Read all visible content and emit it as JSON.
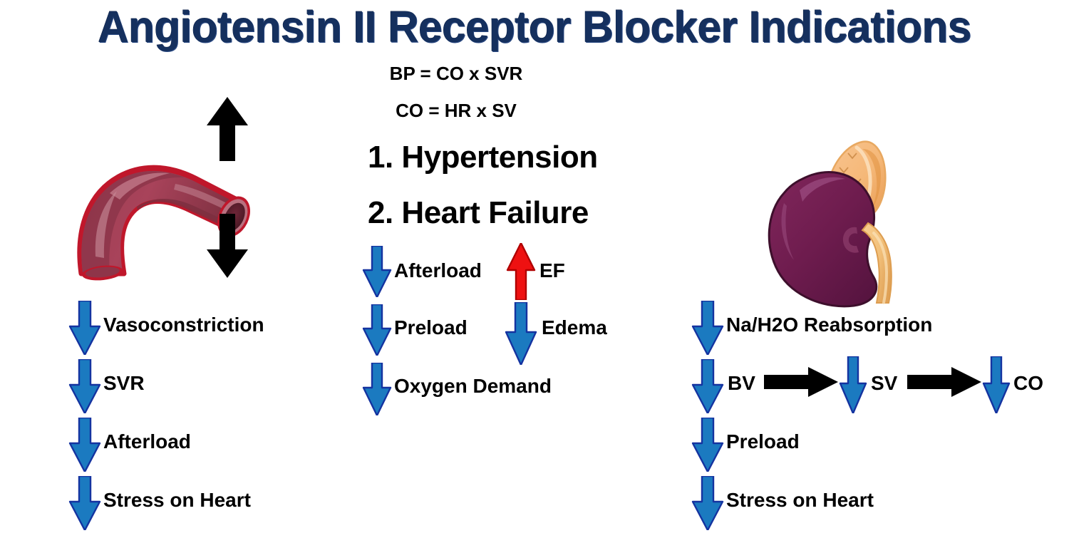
{
  "page": {
    "title": "Angiotensin II Receptor Blocker Indications",
    "title_color": "#15305e",
    "background": "#ffffff"
  },
  "colors": {
    "title_navy": "#15305e",
    "arrow_blue_fill": "#1b7ac0",
    "arrow_blue_stroke": "#1433a0",
    "arrow_red_fill": "#ee1111",
    "arrow_red_stroke": "#b00000",
    "arrow_black": "#000000",
    "vessel_red": "#a8435a",
    "vessel_dark": "#7d2f40",
    "vessel_outline": "#c0172b",
    "kidney_purple": "#6e1c4e",
    "kidney_dark": "#4e1236",
    "adrenal_orange": "#f5b878",
    "ureter_tan": "#f2c07a"
  },
  "formulas": [
    {
      "id": "bp",
      "text": "BP = CO x SVR"
    },
    {
      "id": "co",
      "text": "CO = HR x SV"
    }
  ],
  "indications": [
    {
      "number": "1.",
      "label": "Hypertension",
      "text": "1. Hypertension"
    },
    {
      "number": "2.",
      "label": "Heart Failure",
      "text": "2. Heart Failure"
    }
  ],
  "left_column": {
    "illustration": "blood-vessel",
    "illustration_arrows": [
      {
        "direction": "up",
        "color": "#000000",
        "name": "vessel-dilation-up-arrow"
      },
      {
        "direction": "down",
        "color": "#000000",
        "name": "vessel-dilation-down-arrow"
      }
    ],
    "rows": [
      {
        "arrow": "down",
        "color": "#1b7ac0",
        "label": "Vasoconstriction"
      },
      {
        "arrow": "down",
        "color": "#1b7ac0",
        "label": "SVR"
      },
      {
        "arrow": "down",
        "color": "#1b7ac0",
        "label": "Afterload"
      },
      {
        "arrow": "down",
        "color": "#1b7ac0",
        "label": "Stress on Heart"
      }
    ]
  },
  "center_column": {
    "rows": [
      {
        "arrow": "down",
        "color": "#1b7ac0",
        "label": "Afterload"
      },
      {
        "arrow": "down",
        "color": "#1b7ac0",
        "label": "Preload"
      },
      {
        "arrow": "down",
        "color": "#1b7ac0",
        "label": "Oxygen Demand"
      }
    ],
    "side_rows": [
      {
        "arrow": "up",
        "color": "#ee1111",
        "label": "EF"
      },
      {
        "arrow": "down",
        "color": "#1b7ac0",
        "label": "Edema"
      }
    ]
  },
  "right_column": {
    "illustration": "kidney",
    "rows": [
      {
        "arrow": "down",
        "color": "#1b7ac0",
        "label": "Na/H2O Reabsorption"
      },
      {
        "arrow": "down",
        "color": "#1b7ac0",
        "label": "Preload"
      },
      {
        "arrow": "down",
        "color": "#1b7ac0",
        "label": "Stress on Heart"
      }
    ],
    "chain": {
      "items": [
        {
          "arrow": "down",
          "color": "#1b7ac0",
          "label": "BV"
        },
        {
          "arrow": "down",
          "color": "#1b7ac0",
          "label": "SV"
        },
        {
          "arrow": "down",
          "color": "#1b7ac0",
          "label": "CO"
        }
      ],
      "connector": "black-right-arrow",
      "connector_count": 2
    }
  }
}
